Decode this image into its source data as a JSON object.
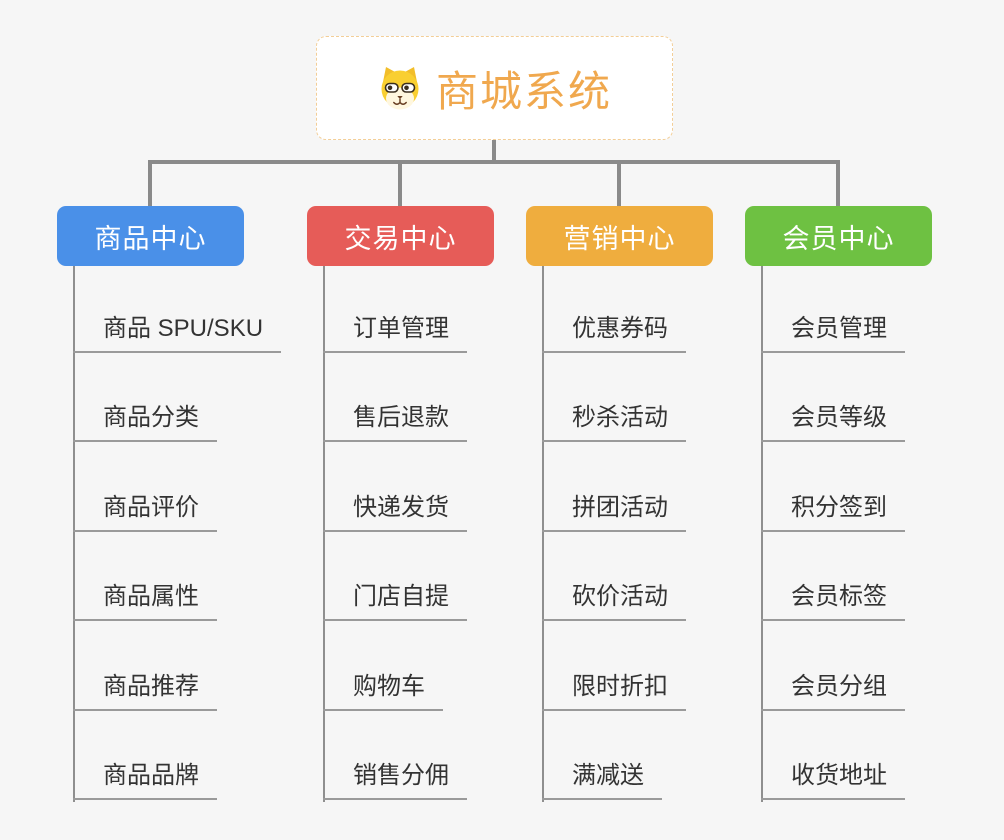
{
  "root": {
    "title": "商城系统",
    "icon": "dog-face-icon",
    "title_color": "#F0A84E",
    "border_color": "#F3CE97"
  },
  "branches": [
    {
      "label": "商品中心",
      "color": "#4A90E8",
      "items": [
        "商品 SPU/SKU",
        "商品分类",
        "商品评价",
        "商品属性",
        "商品推荐",
        "商品品牌"
      ]
    },
    {
      "label": "交易中心",
      "color": "#E65C58",
      "items": [
        "订单管理",
        "售后退款",
        "快递发货",
        "门店自提",
        "购物车",
        "销售分佣"
      ]
    },
    {
      "label": "营销中心",
      "color": "#EFAD3E",
      "items": [
        "优惠券码",
        "秒杀活动",
        "拼团活动",
        "砍价活动",
        "限时折扣",
        "满减送"
      ]
    },
    {
      "label": "会员中心",
      "color": "#6EC142",
      "items": [
        "会员管理",
        "会员等级",
        "积分签到",
        "会员标签",
        "会员分组",
        "收货地址"
      ]
    }
  ],
  "colors": {
    "background": "#F6F6F6",
    "connector_line": "#8A8A8A",
    "leaf_underline": "#9A9A9A",
    "leaf_text": "#333333"
  }
}
